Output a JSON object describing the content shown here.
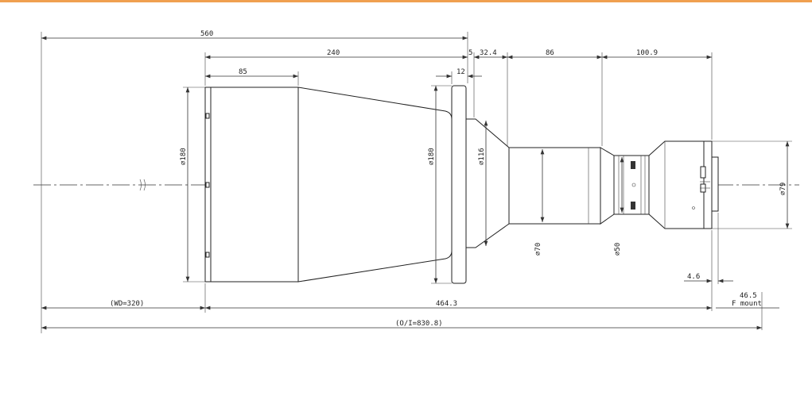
{
  "diagram": {
    "dims": {
      "overall_length": "560",
      "front_barrel": "240",
      "front_section": "85",
      "flange_gap": "5",
      "cone_length": "32.4",
      "mid_barrel": "86",
      "rear_section": "100.9",
      "flange_thickness": "12",
      "front_diameter": "⌀180",
      "flange_diameter": "⌀180",
      "cone_diameter": "⌀116",
      "barrel_diameter": "⌀70",
      "neck_diameter": "⌀50",
      "mount_diameter": "⌀79",
      "back_focus": "4.6",
      "flange_back": "46.5",
      "mount_label": "F mount",
      "working_distance": "(WD=320)",
      "lens_length": "464.3",
      "object_image": "(O/I=830.8)"
    }
  }
}
